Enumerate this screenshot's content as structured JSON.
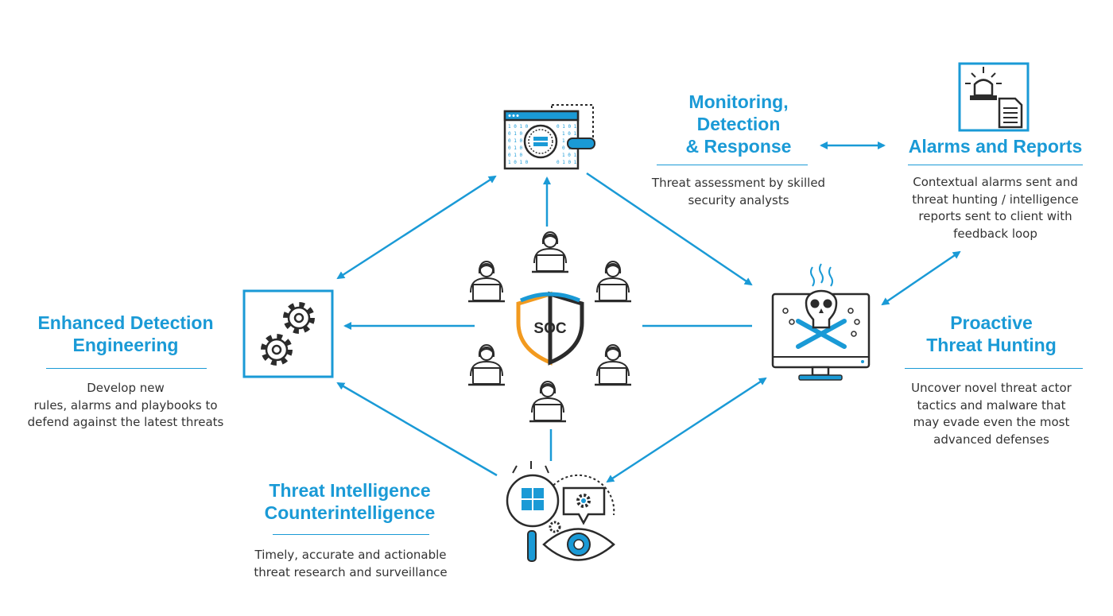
{
  "colors": {
    "accent": "#1a9ad6",
    "dark": "#2b2b2b",
    "text": "#333333",
    "shield_left": "#f29a1f"
  },
  "center": {
    "shield_label": "SOC"
  },
  "nodes": {
    "monitoring": {
      "title_lines": [
        "Monitoring,",
        "Detection",
        "& Response"
      ],
      "desc_lines": [
        "Threat assessment by skilled",
        "security analysts"
      ],
      "icon": "code-window-magnifier-icon"
    },
    "alarms": {
      "title_lines": [
        "Alarms and Reports"
      ],
      "desc_lines": [
        "Contextual alarms sent and",
        "threat hunting / intelligence",
        "reports sent to client with",
        "feedback loop"
      ],
      "icon": "siren-report-icon"
    },
    "detection_engineering": {
      "title_lines": [
        "Enhanced Detection",
        "Engineering"
      ],
      "desc_lines": [
        "Develop new",
        "rules, alarms and playbooks to",
        "defend against the latest threats"
      ],
      "icon": "gears-icon"
    },
    "threat_hunting": {
      "title_lines": [
        "Proactive",
        "Threat Hunting"
      ],
      "desc_lines": [
        "Uncover novel threat actor",
        "tactics and malware that",
        "may evade even the most",
        "advanced defenses"
      ],
      "icon": "skull-monitor-icon"
    },
    "threat_intel": {
      "title_lines": [
        "Threat Intelligence",
        "Counterintelligence"
      ],
      "desc_lines": [
        "Timely, accurate and actionable",
        "threat research and surveillance"
      ],
      "icon": "magnifier-eye-icon"
    }
  }
}
